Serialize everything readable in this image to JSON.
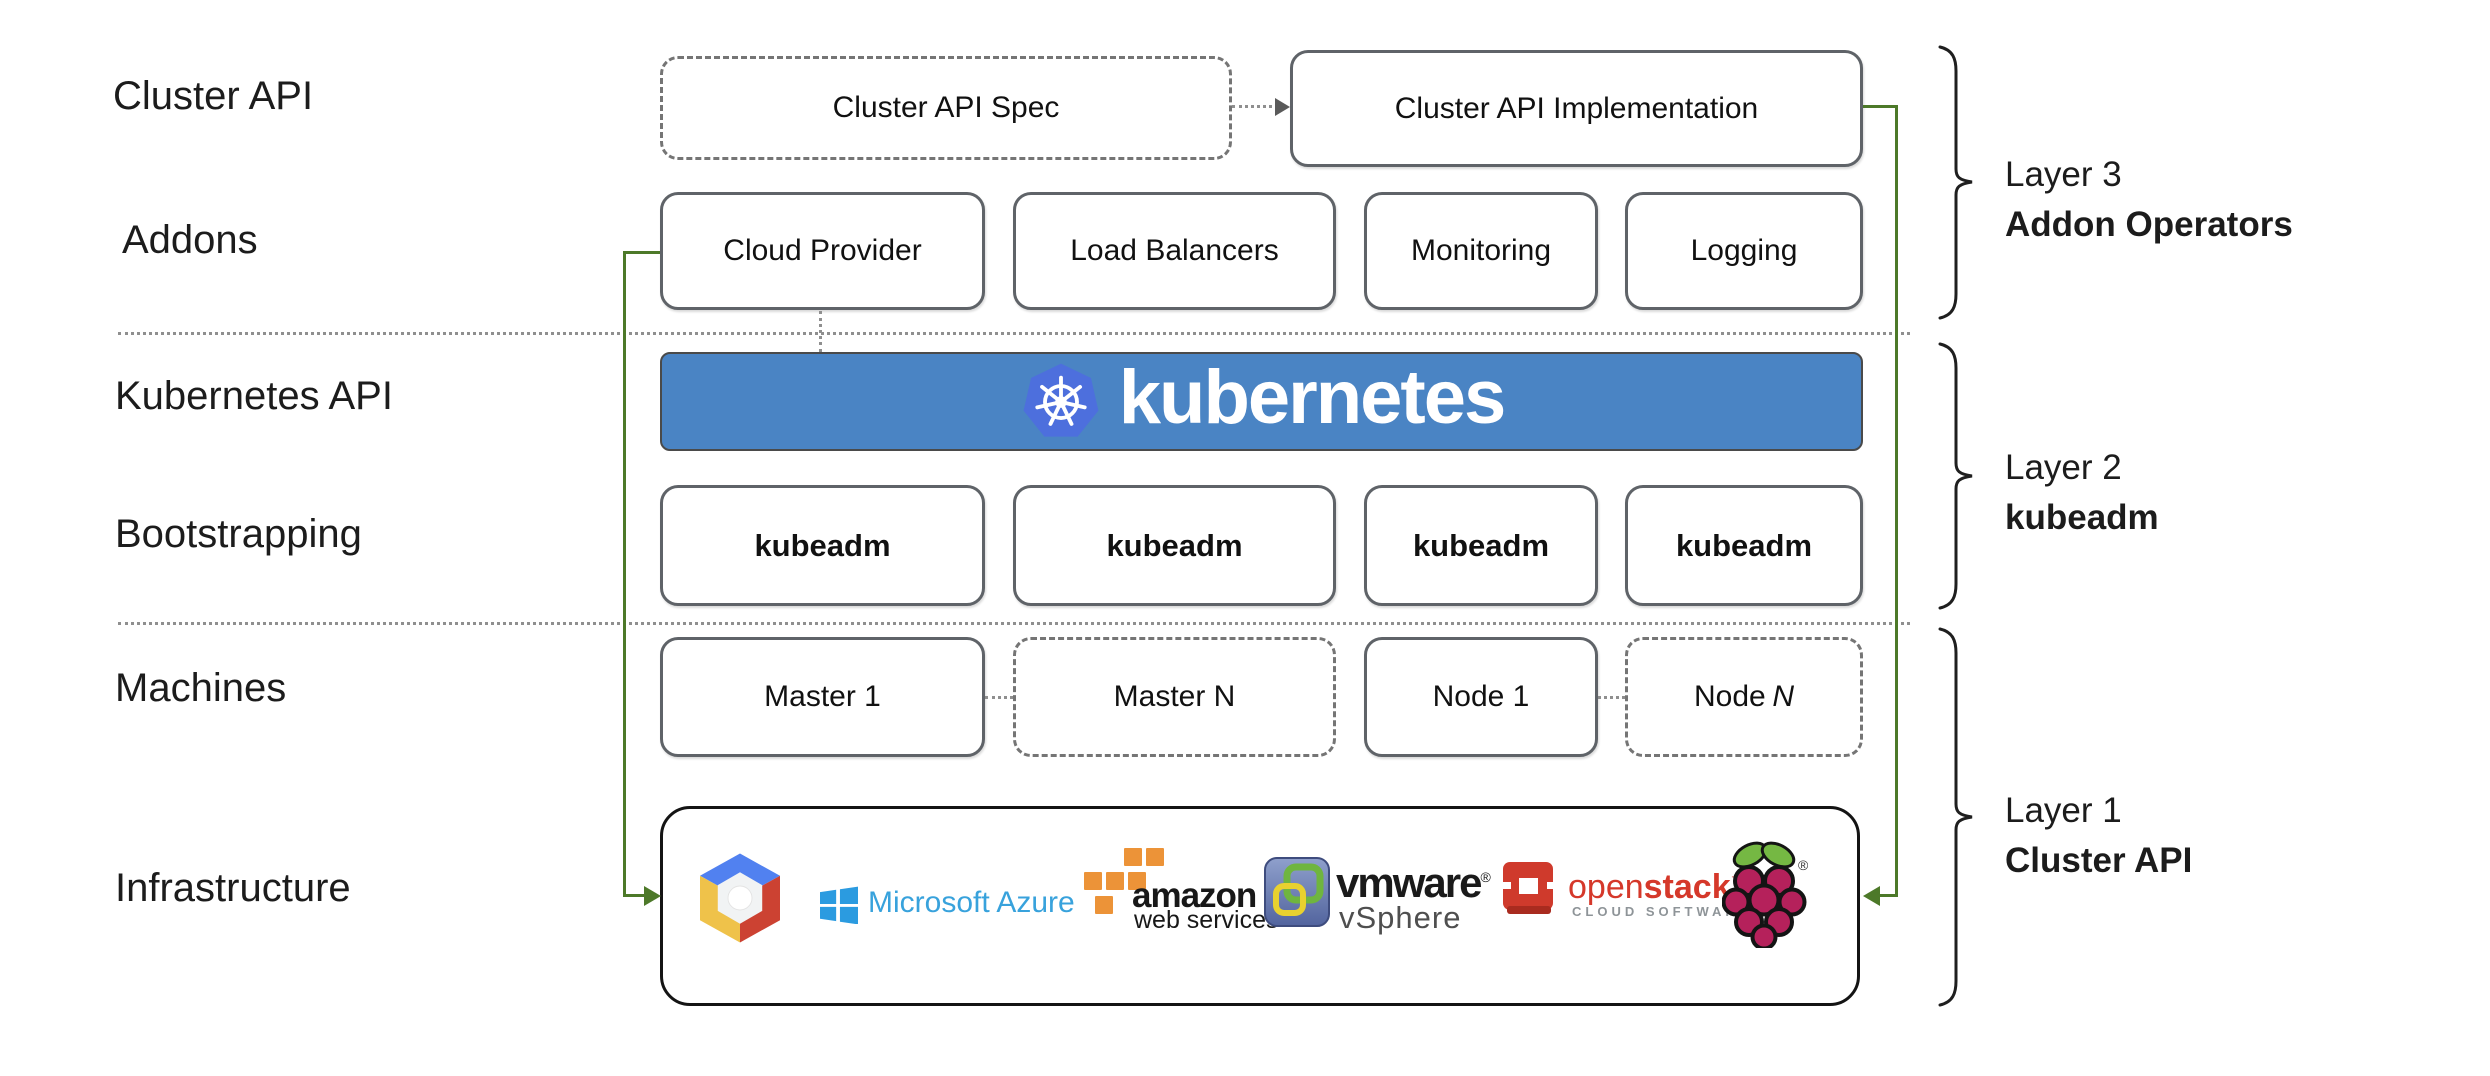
{
  "left_labels": [
    "Cluster API",
    "Addons",
    "Kubernetes API",
    "Bootstrapping",
    "Machines",
    "Infrastructure"
  ],
  "top_row": {
    "spec_label": "Cluster API Spec",
    "impl_label": "Cluster API Implementation"
  },
  "addons_row": [
    {
      "label": "Cloud Provider"
    },
    {
      "label": "Load Balancers"
    },
    {
      "label": "Monitoring"
    },
    {
      "label": "Logging"
    }
  ],
  "kubernetes_banner": {
    "wordmark": "kubernetes"
  },
  "bootstrap_row": [
    {
      "label": "kubeadm"
    },
    {
      "label": "kubeadm"
    },
    {
      "label": "kubeadm"
    },
    {
      "label": "kubeadm"
    }
  ],
  "machines_row": [
    {
      "label": "Master 1"
    },
    {
      "label": "Master N"
    },
    {
      "label": "Node 1"
    },
    {
      "label": "Node",
      "italic_suffix": "N"
    }
  ],
  "infrastructure": {
    "azure_text": "Microsoft Azure",
    "aws_text": "amazon",
    "aws_subtext": "web services",
    "vmware_text": "vmware",
    "vmware_reg": "®",
    "vmware_subtext": "vSphere",
    "openstack_text_light": "open",
    "openstack_text_bold": "stack",
    "openstack_tm": "™",
    "openstack_subtext": "CLOUD SOFTWARE",
    "logos": [
      "google-cloud",
      "microsoft-azure",
      "amazon-web-services",
      "vmware-vsphere",
      "openstack",
      "raspberry-pi"
    ]
  },
  "layer_labels": [
    {
      "line1": "Layer 3",
      "line2": "Addon Operators"
    },
    {
      "line1": "Layer 2",
      "line2": "kubeadm"
    },
    {
      "line1": "Layer 1",
      "line2": "Cluster API"
    }
  ],
  "colors": {
    "banner_blue": "#4a84c4",
    "k8s_logo_blue": "#4d6fdd",
    "connector_green": "#4d7929",
    "azure_blue": "#38a2dc",
    "aws_orange": "#ec9338",
    "openstack_red": "#d5382a",
    "rpi_berry": "#b5215b",
    "rpi_leaf": "#75b843",
    "google_blue": "#5181f0",
    "google_red": "#cc4232",
    "google_yellow": "#efc24a",
    "box_border_gray": "#5f6368",
    "text_black": "#1c1c1c"
  }
}
